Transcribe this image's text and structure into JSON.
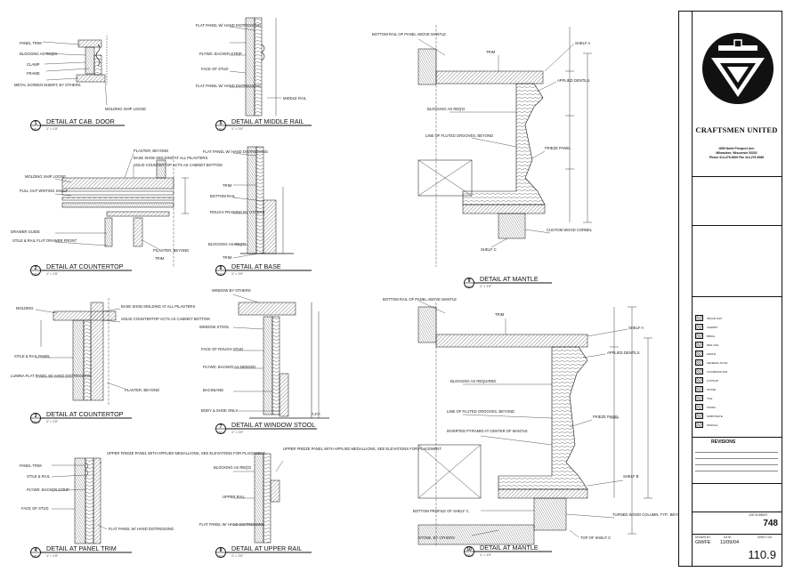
{
  "details": [
    {
      "id": "d1",
      "num": "1",
      "sheet": "110.9",
      "title": "DETAIL AT CAB. DOOR"
    },
    {
      "id": "d2",
      "num": "2",
      "sheet": "110.9",
      "title": "DETAIL AT COUNTERTOP"
    },
    {
      "id": "d3",
      "num": "3",
      "sheet": "110.9",
      "title": "DETAIL AT COUNTERTOP"
    },
    {
      "id": "d4",
      "num": "4",
      "sheet": "110.9",
      "title": "DETAIL AT PANEL TRIM"
    },
    {
      "id": "d5",
      "num": "5",
      "sheet": "110.9",
      "title": "DETAIL AT MIDDLE RAIL"
    },
    {
      "id": "d6",
      "num": "6",
      "sheet": "110.9",
      "title": "DETAIL AT BASE"
    },
    {
      "id": "d7",
      "num": "7",
      "sheet": "110.9",
      "title": "DETAIL AT WINDOW STOOL"
    },
    {
      "id": "d8",
      "num": "8",
      "sheet": "110.9",
      "title": "DETAIL AT UPPER RAIL"
    },
    {
      "id": "d9",
      "num": "9",
      "sheet": "110.9",
      "title": "DETAIL AT MANTLE"
    },
    {
      "id": "d10",
      "num": "10",
      "sheet": "110.9",
      "title": "DETAIL AT MANTLE"
    }
  ],
  "scale_text": "1\" = 1'0\"",
  "annotations": {
    "d1": [
      "PANEL TRIM",
      "BLOCKING AS REQ'D",
      "CLAMP",
      "FRAME",
      "METAL SCREEN INSERT, BY OTHERS",
      "MOLDING SHIP LOOSE"
    ],
    "d2": [
      "PLASTER, BEYOND",
      "BASE SHOE MOLDING AT ALL PILASTERS",
      "SOLID COUNTERTOP ACTS AS CABINET BOTTOM",
      "MOLDING SHIP LOOSE",
      "PULL OUT WRITING SHELF",
      "DRAWER GUIDE",
      "STILE & RAIL FLAT DRAWER FRONT",
      "PILASTER, BEYOND",
      "TRIM"
    ],
    "d3": [
      "BASE SHOE MOLDING AT ALL PILASTERS",
      "SOLID COUNTERTOP ACTS AS CABINET BOTTOM",
      "MOLDING",
      "STILE & RAIL PANEL",
      "LUMINA FLAT PANEL W/ HAND DISTRESSING",
      "PLASTER, BEYOND"
    ],
    "d4": [
      "UPPER FRIEZE PANEL WITH APPLIED MEDALLIONS, SEE ELEVATIONS FOR PLACEMENT",
      "PANEL TRIM",
      "STILE & RAIL",
      "PLYWD. BACKER STRIP",
      "FACE OF STUD",
      "FLAT PANEL W/ HAND DISTRESSING"
    ],
    "d5": [
      "FLAT PANEL W/ HAND DISTRESSING",
      "PLYWD. BACKER STRIP",
      "FACE OF STUD",
      "FLAT PANEL W/ HAND DISTRESSING",
      "MIDDLE RAIL"
    ],
    "d6": [
      "FLAT PANEL W/ HAND DISTRESSING",
      "TRIM",
      "BOTTOM RAIL",
      "ROUGH FRAMING BY OTHERS",
      "BLOCKING AS REQ'D",
      "TRIM"
    ],
    "d7": [
      "WINDOW BY OTHERS",
      "WINDOW STOOL",
      "FACE OF ROUGH STUD",
      "PLYWD. BACKER AS NEEDED",
      "BACKBAND",
      "BODY & SHOE ONLY",
      "A.F.F."
    ],
    "d8": [
      "BLOCKING AS REQ'D",
      "UPPER FRIEZE PANEL WITH APPLIED MEDALLIONS, SEE ELEVATIONS FOR PLACEMENT",
      "UPPER RAIL",
      "FLAT PANEL W/ HAND DISTRESSING"
    ],
    "d9": [
      "BOTTOM RAIL OF PANEL ABOVE MANTLE",
      "TRIM",
      "SHELF A",
      "APPLIED DENTILS",
      "BLOCKING AS REQ'D",
      "LINE OF FLUTED GROOVES, BEYOND",
      "FRIEZE PANEL",
      "CUSTOM WOOD CORBEL",
      "SHELF C"
    ],
    "d10": [
      "BOTTOM RAIL OF PANEL ABOVE MANTLE",
      "TRIM",
      "SHELF A",
      "APPLIED DENTILS",
      "BLOCKING AS REQUIRED",
      "LINE OF FLUTED GROOVES, BEYOND",
      "INVERTED PYRAMID AT CENTER OF MANTLE",
      "FRIEZE PANEL",
      "SHELF B",
      "TURNED WOOD COLUMN, TYP., BEYOND",
      "BOTTOM PROFILE OF SHELF C",
      "STONE, BY OTHERS",
      "TOP OF SHELF C"
    ]
  },
  "titleblock": {
    "firm": "CRAFTSMEN UNITED",
    "address_1": "1855 North Prospect Ave.",
    "address_2": "Milwaukee, Wisconsin 53202",
    "phone": "Phone 414-276-6000 Fax 414-276-6066",
    "revisions_label": "REVISIONS",
    "job_number_label": "JOB NUMBER",
    "job_number": "748",
    "drawn_label": "DRAWN BY:",
    "drawn_by": "GM/FE",
    "date_label": "DATE:",
    "date": "11/09/04",
    "sheet_label": "SHEET NO.",
    "sheet_number": "110.9",
    "legend": [
      "SPACE OAK",
      "CHERRY",
      "BIRCH",
      "RED OAK",
      "MAPLE",
      "GENERAL NOTE",
      "COORDINATION",
      "GYPSUM",
      "STONE",
      "TILE",
      "FINISH",
      "SUBSTRATE",
      "SPECIAL"
    ]
  },
  "colors": {
    "ink": "#111111",
    "paper": "#ffffff"
  },
  "icons": {
    "logo": "triangle-emblem-icon"
  }
}
